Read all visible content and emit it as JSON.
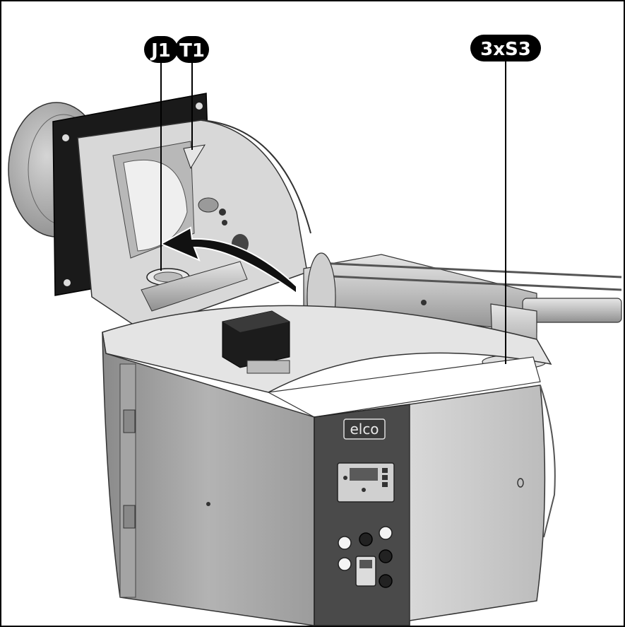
{
  "callouts": {
    "j1": "J1",
    "t1": "T1",
    "s3": "3xS3"
  },
  "logo": {
    "brand": "elco"
  },
  "colors": {
    "housing_light": "#d9d9d9",
    "housing_mid": "#a6a6a6",
    "housing_dark": "#6e6e6e",
    "panel_dark": "#4a4a4a",
    "flange_black": "#1a1a1a",
    "callout_fill": "#000000",
    "callout_text": "#ffffff",
    "arrow_fill": "#111111",
    "border": "#000000"
  }
}
